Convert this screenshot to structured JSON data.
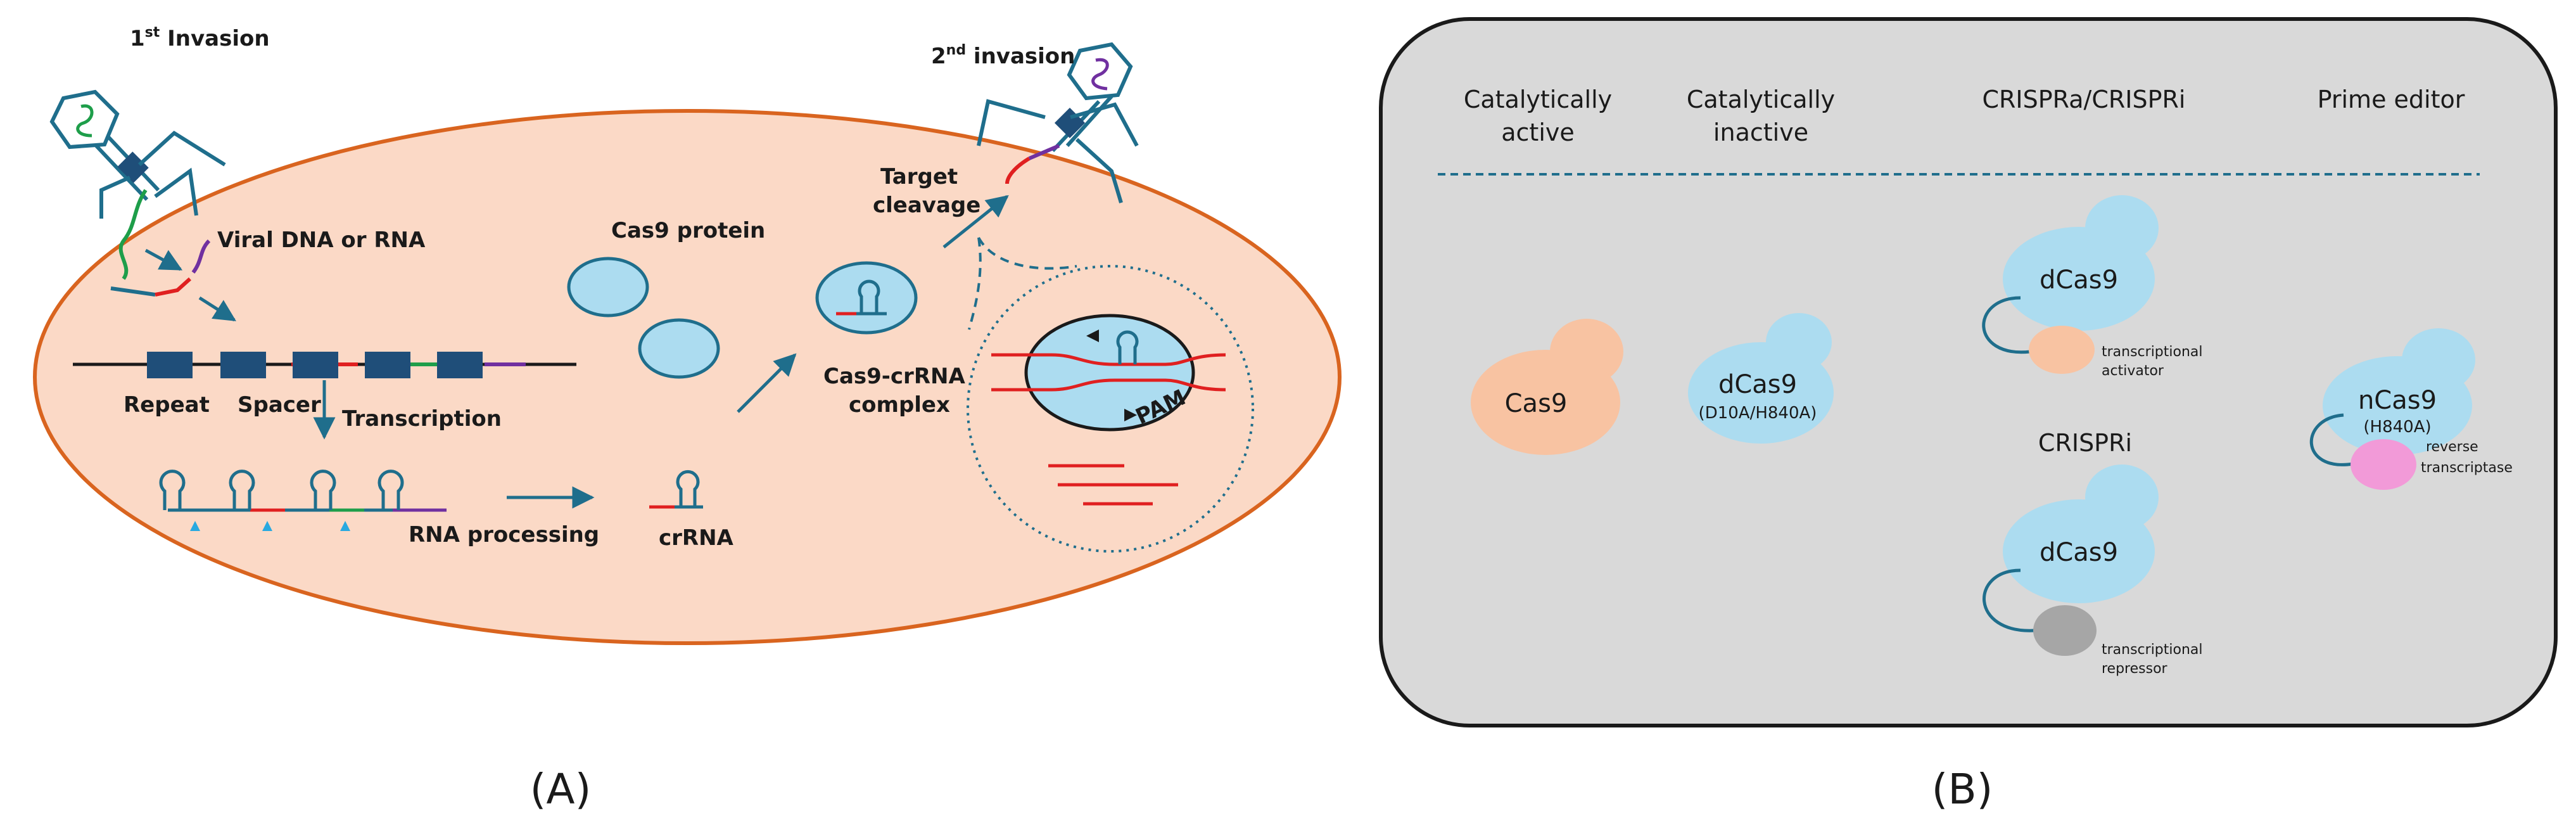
{
  "panel_a": {
    "label": "(A)",
    "first_invasion_base": "1",
    "first_invasion_sup": "st",
    "first_invasion_rest": " Invasion",
    "second_invasion_base": "2",
    "second_invasion_sup": "nd",
    "second_invasion_rest": " invasion",
    "viral_dna_or_rna": "Viral DNA  or RNA",
    "cas9_protein": "Cas9 protein",
    "target_cleavage_1": "Target",
    "target_cleavage_2": "cleavage",
    "repeat": "Repeat",
    "spacer": "Spacer",
    "transcription": "Transcription",
    "complex_1": "Cas9-crRNA",
    "complex_2": "complex",
    "rna_processing": "RNA processing",
    "crrna": "crRNA",
    "pam": "PAM"
  },
  "panel_b": {
    "label": "(B)",
    "col1_head_1": "Catalytically",
    "col1_head_2": "active",
    "col2_head_1": "Catalytically",
    "col2_head_2": "inactive",
    "col3_head": "CRISPRa/CRISPRi",
    "col4_head": "Prime editor",
    "cas9": "Cas9",
    "dcas9_inactive": "dCas9",
    "dcas9_mutations": "(D10A/H840A)",
    "dcas9_activation": "dCas9",
    "activator_1": "transcriptional",
    "activator_2": "activator",
    "crispri_subhead": "CRISPRi",
    "dcas9_repression": "dCas9",
    "repressor_1": "transcriptional",
    "repressor_2": "repressor",
    "ncas9": "nCas9",
    "ncas9_mutation": "(H840A)",
    "rt_1": "reverse",
    "rt_2": "transcriptase"
  },
  "colors": {
    "cell_fill": "#fbd9c6",
    "cell_border": "#d9641f",
    "panel_b_bg": "#d9d9d9",
    "cas9_salmon": "#f8c3a2",
    "dcas9_blue": "#acdcf0",
    "repressor_gray": "#a6a6a6",
    "rt_pink": "#f29ad8",
    "repeat_box": "#1f4e79",
    "dna_red": "#e02020",
    "dna_green": "#1e9e4a",
    "dna_purple": "#7030a0",
    "arrow_teal": "#1f6e8c",
    "cleavage_marker": "#29a9e0"
  }
}
